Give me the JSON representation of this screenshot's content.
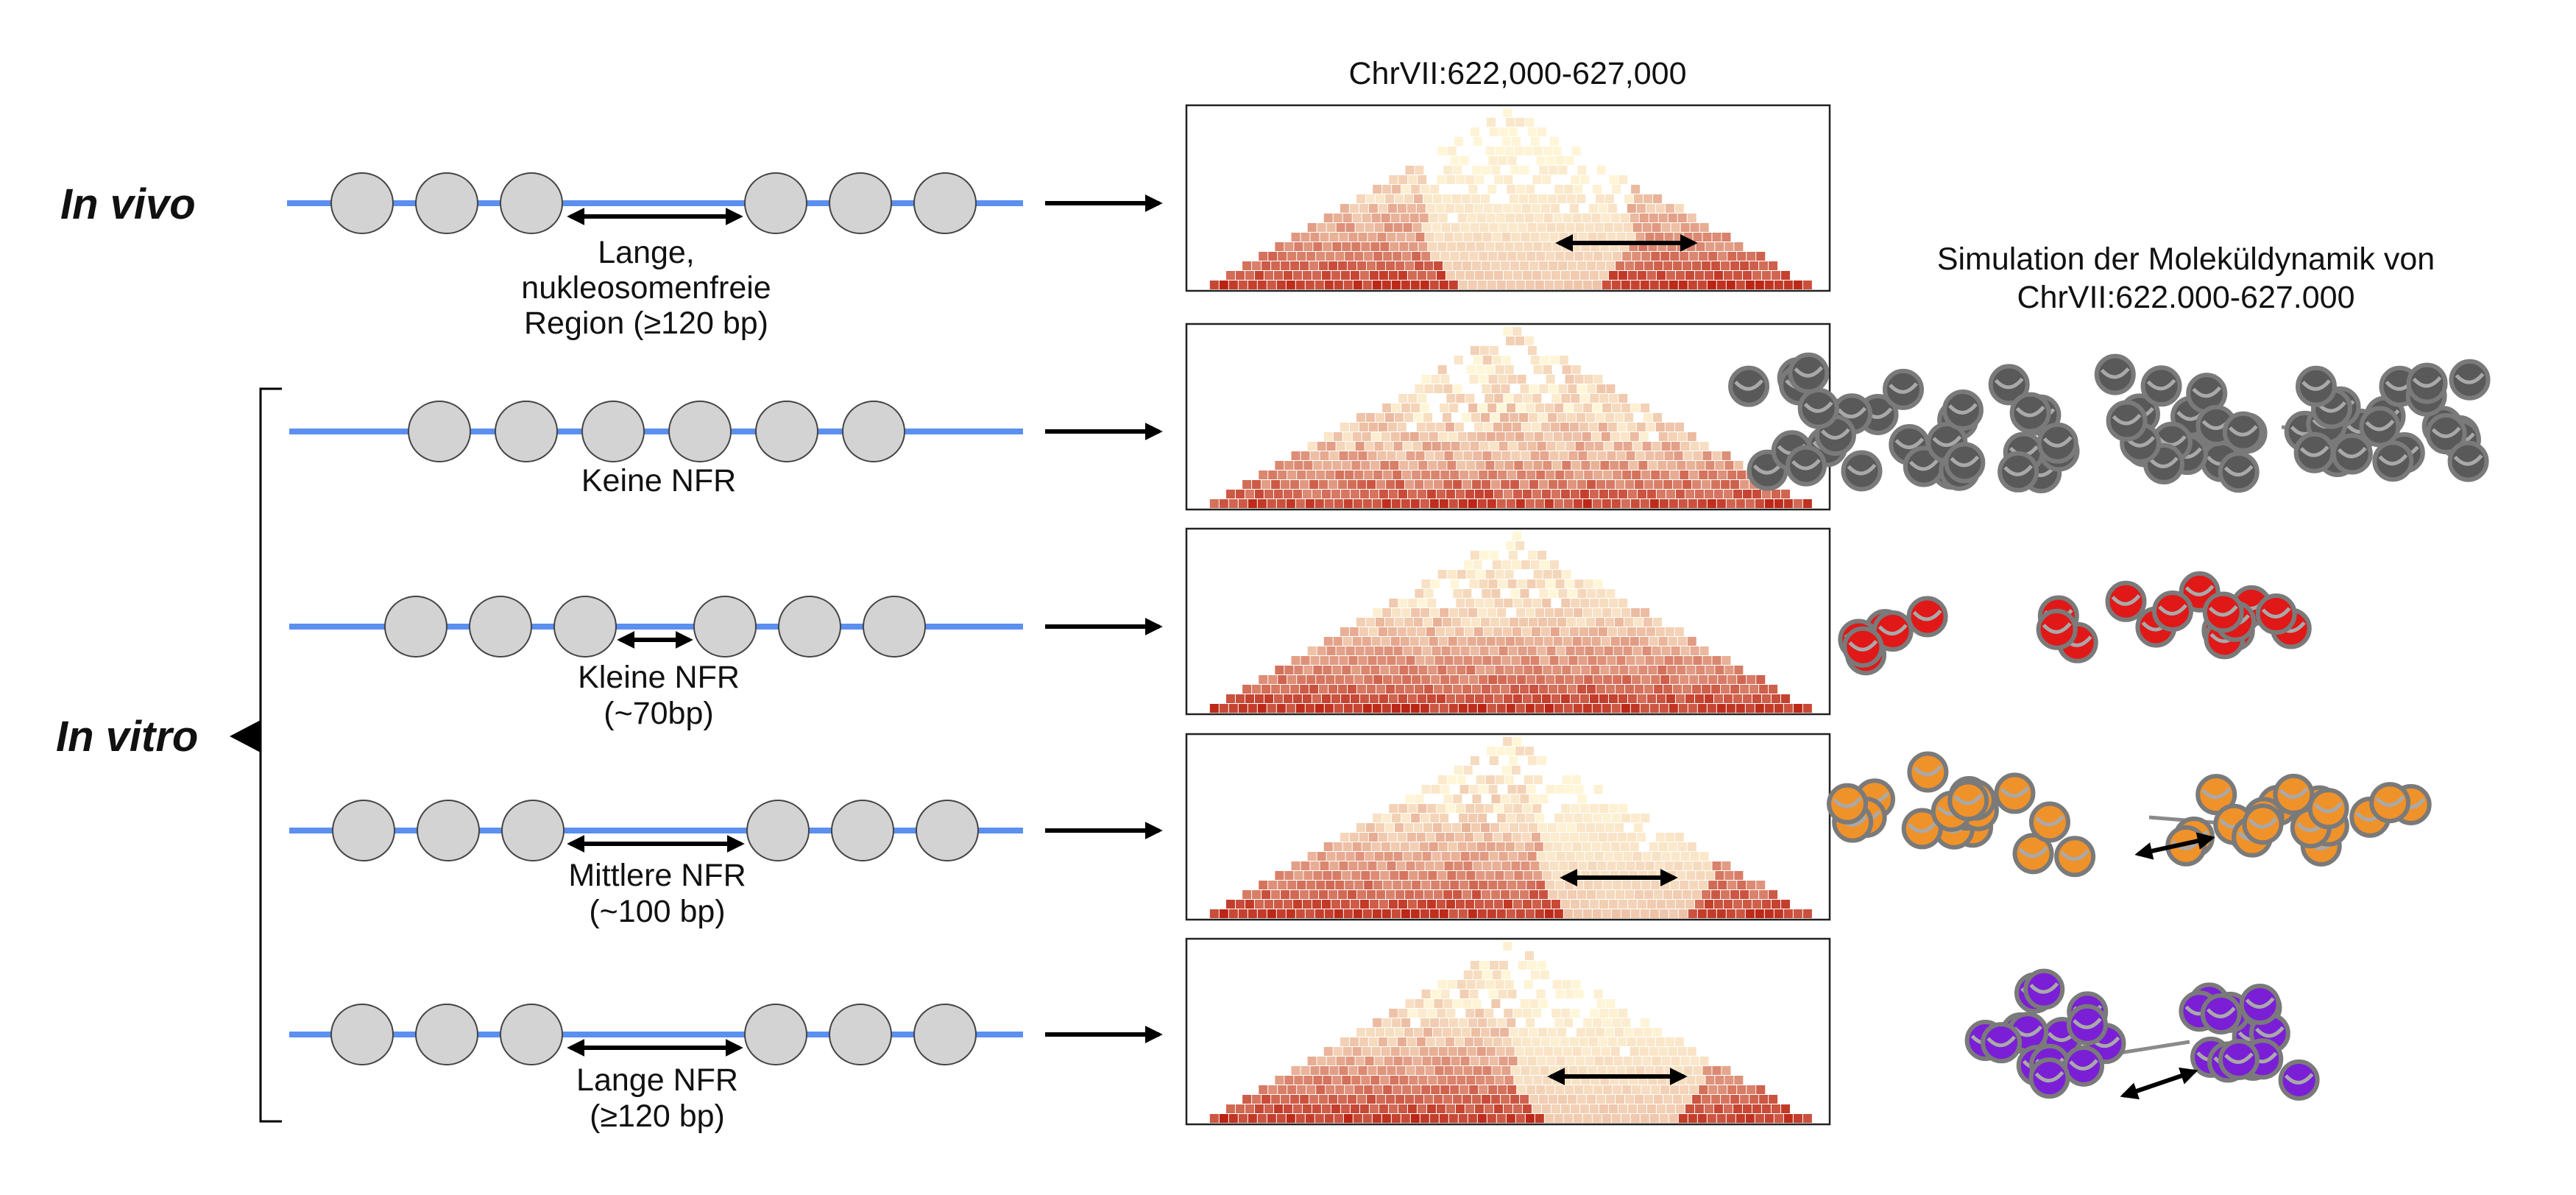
{
  "header_region": "ChrVII:622,000-627,000",
  "condition_in_vivo": "In vivo",
  "condition_in_vitro": "In vitro",
  "simulation_title": [
    "Simulation der Moleküldynamik von",
    "ChrVII:622.000-627.000"
  ],
  "rows": [
    {
      "id": "in-vivo",
      "label": [
        "Lange,",
        "nukleosomenfreie",
        "Region (≥120 bp)"
      ],
      "nfr": "long",
      "sim_color": null
    },
    {
      "id": "keine-nfr",
      "label": [
        "Keine NFR"
      ],
      "nfr": "none",
      "sim_color": "#595959"
    },
    {
      "id": "kleine-nfr",
      "label": [
        "Kleine NFR",
        "(~70bp)"
      ],
      "nfr": "small",
      "sim_color": "#e01818"
    },
    {
      "id": "mittlere-nfr",
      "label": [
        "Mittlere NFR",
        "(~100 bp)"
      ],
      "nfr": "medium",
      "sim_color": "#f0922a"
    },
    {
      "id": "lange-nfr",
      "label": [
        "Lange NFR",
        "(≥120 bp)"
      ],
      "nfr": "long",
      "sim_color": "#7a1fd6"
    }
  ],
  "colors": {
    "dna_line": "#5b8ff0",
    "nucleosome_fill": "#d3d3d3",
    "nucleosome_stroke": "#444444",
    "arrow": "#000000",
    "heatmap_low": "#fff6d8",
    "heatmap_high": "#b81c0c"
  }
}
